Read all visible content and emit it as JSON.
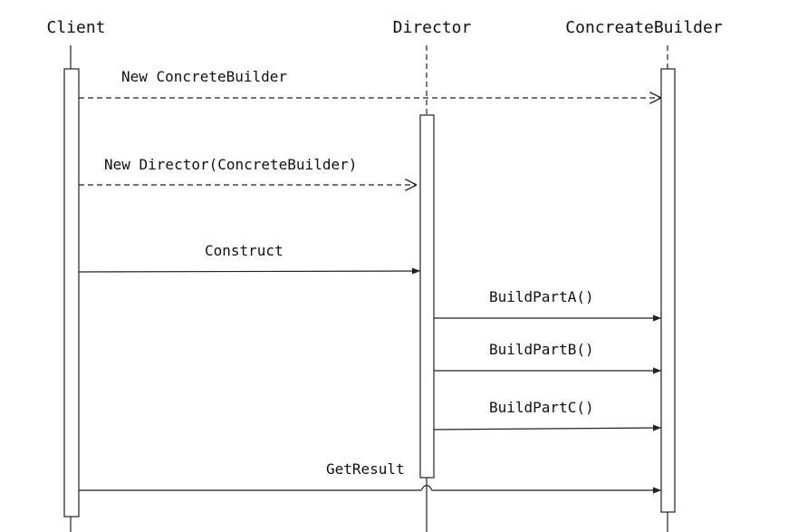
{
  "participants": {
    "client": "Client",
    "director": "Director",
    "concrete_builder": "ConcreateBuilder"
  },
  "messages": {
    "new_concrete_builder": "New ConcreteBuilder",
    "new_director": "New Director(ConcreteBuilder)",
    "construct": "Construct",
    "build_part_a": "BuildPartA()",
    "build_part_b": "BuildPartB()",
    "build_part_c": "BuildPartC()",
    "get_result": "GetResult"
  }
}
